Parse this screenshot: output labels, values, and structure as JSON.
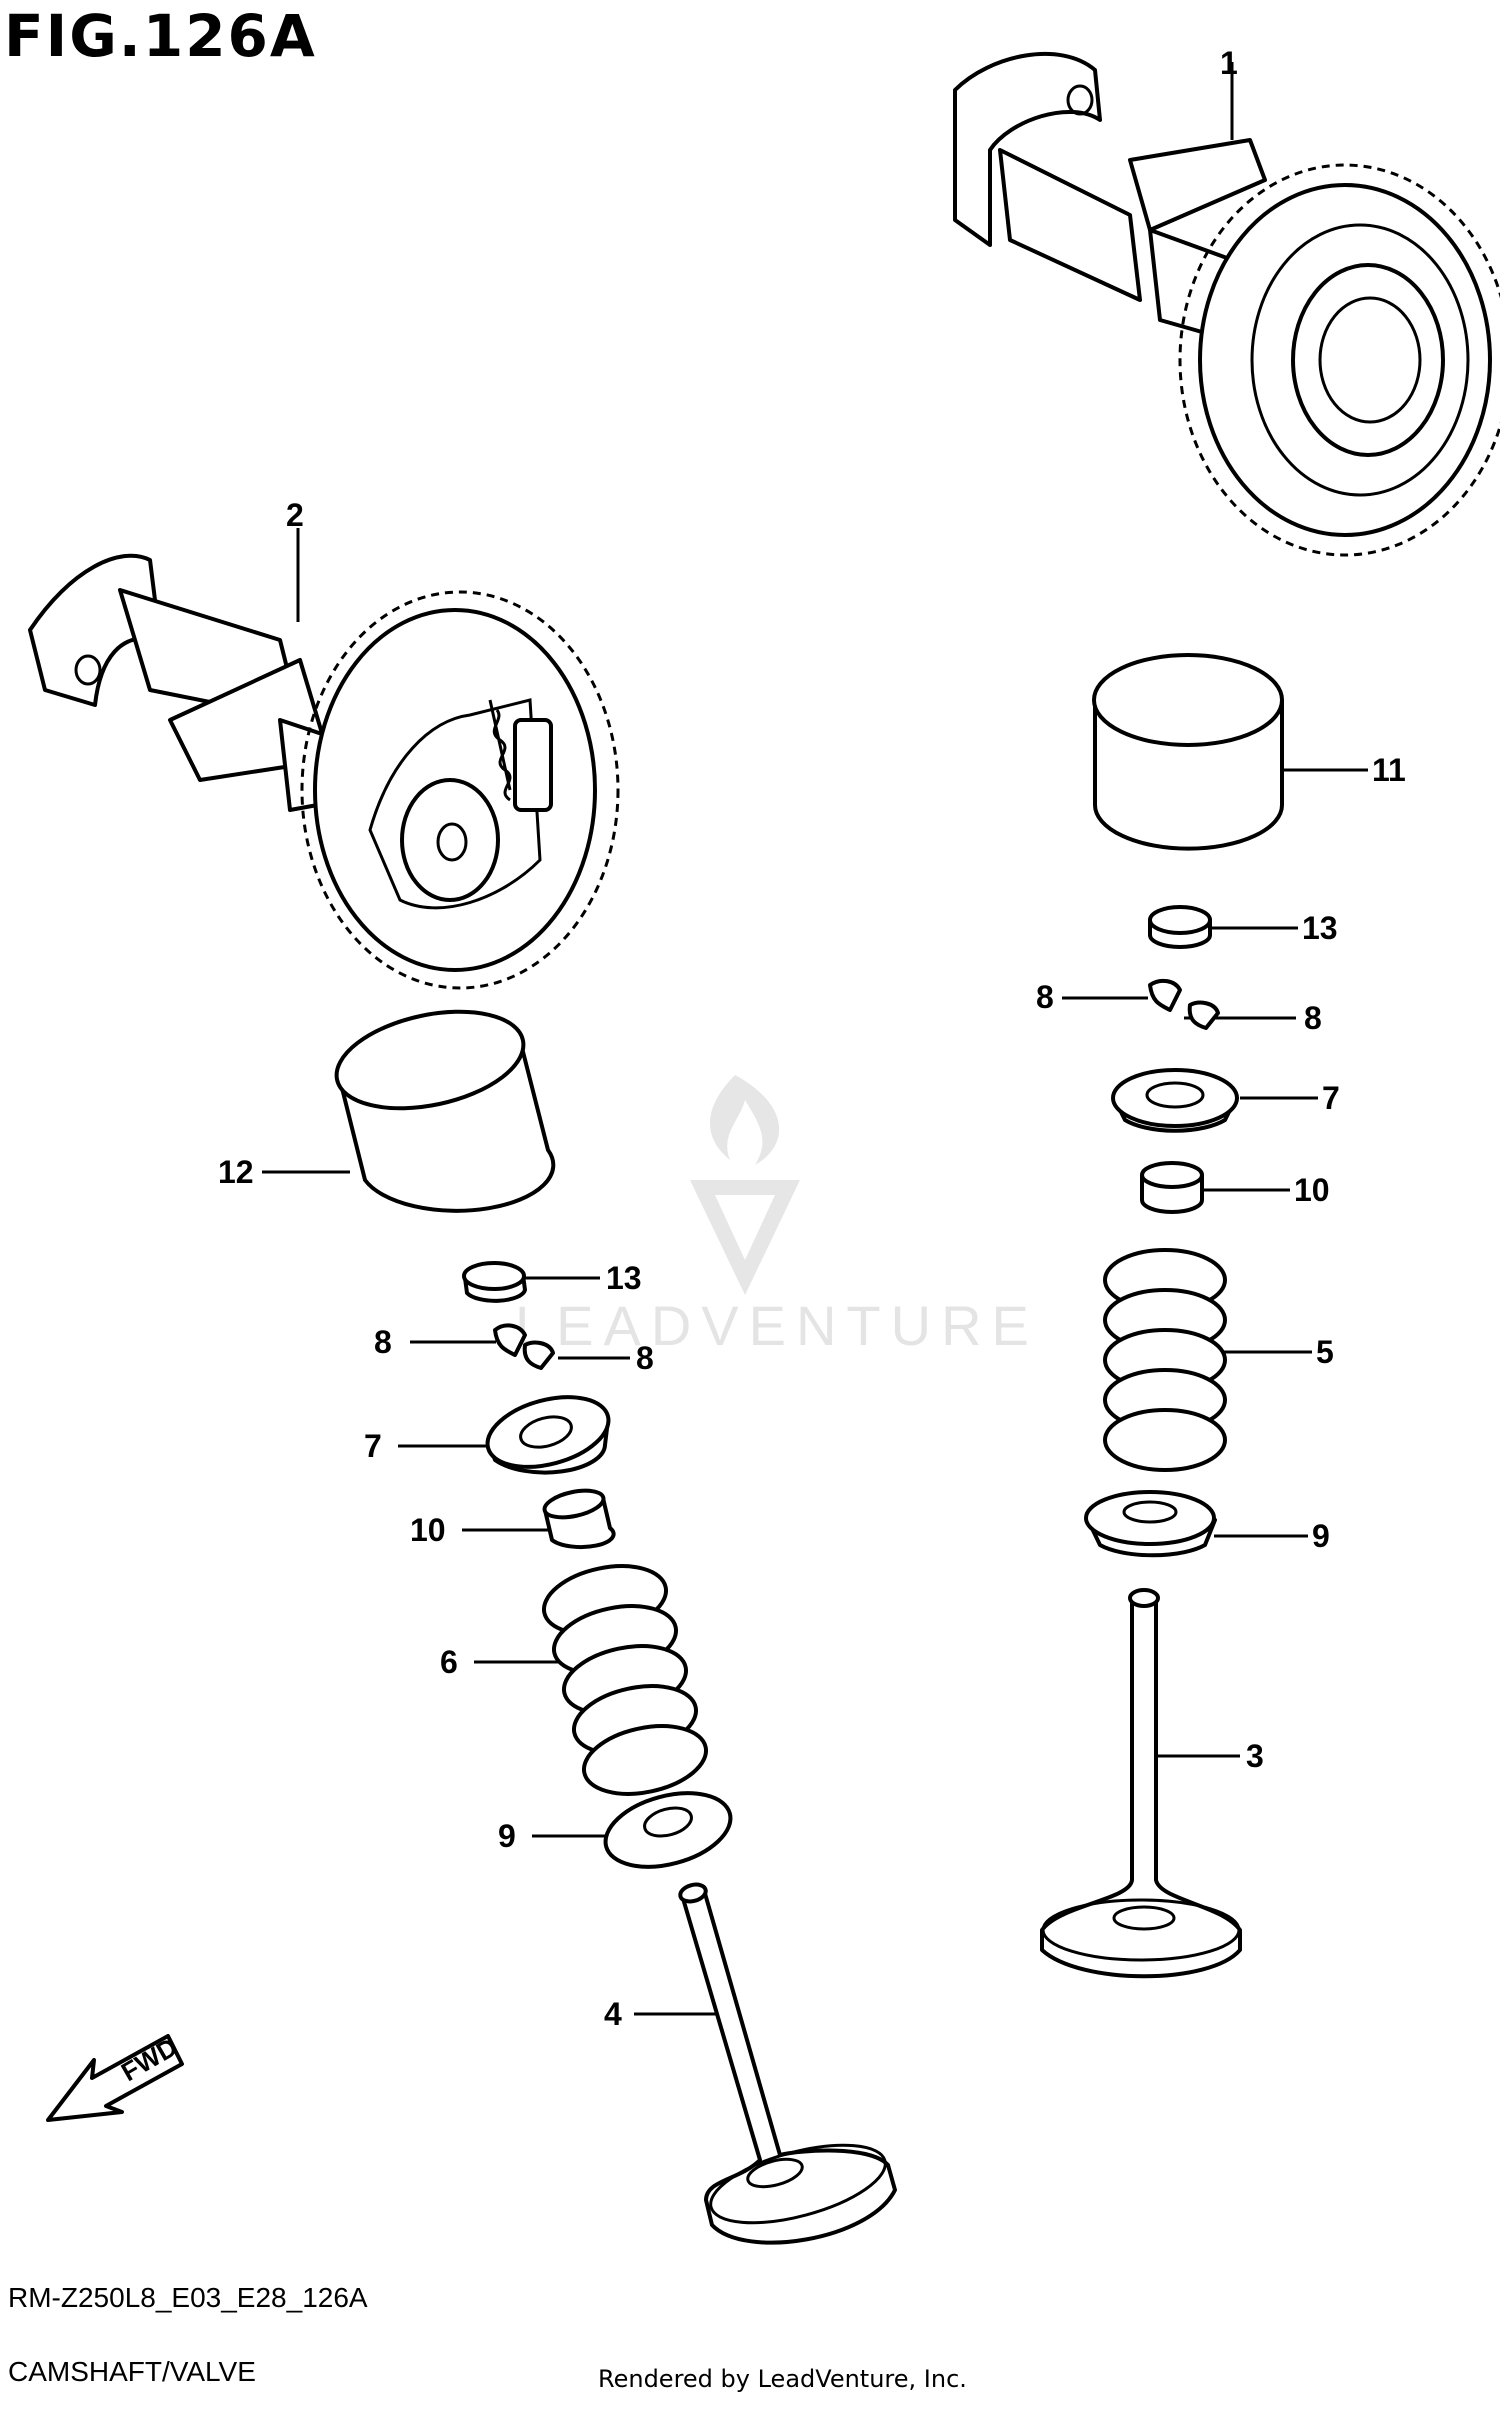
{
  "figure": {
    "title": "FIG.126A",
    "model_code": "RM-Z250L8_E03_E28_126A",
    "section_name": "CAMSHAFT/VALVE",
    "credit": "Rendered by LeadVenture, Inc.",
    "watermark": "LEADVENTURE"
  },
  "callouts": {
    "c1": "1",
    "c2": "2",
    "c3": "3",
    "c4": "4",
    "c5": "5",
    "c6": "6",
    "c7a": "7",
    "c7b": "7",
    "c8a": "8",
    "c8b": "8",
    "c8c": "8",
    "c8d": "8",
    "c9a": "9",
    "c9b": "9",
    "c10a": "10",
    "c10b": "10",
    "c11": "11",
    "c12": "12",
    "c13a": "13",
    "c13b": "13"
  },
  "fwd_label": "FWD"
}
